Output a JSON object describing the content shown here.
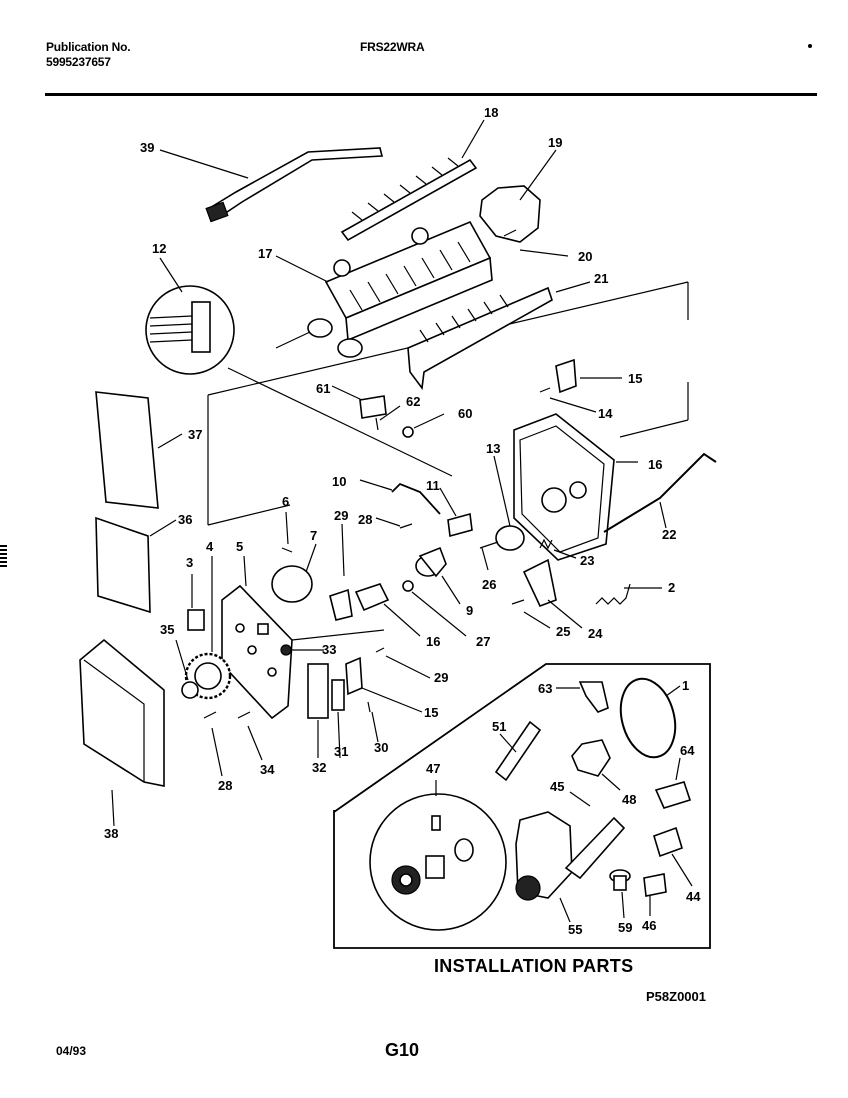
{
  "header": {
    "publication_label": "Publication No.",
    "publication_number": "5995237657",
    "model": "FRS22WRA"
  },
  "parts_labels": {
    "p18": "18",
    "p39": "39",
    "p19": "19",
    "p12": "12",
    "p17": "17",
    "p20": "20",
    "p21": "21",
    "p15a": "15",
    "p14": "14",
    "p61": "61",
    "p62": "62",
    "p60": "60",
    "p37": "37",
    "p13": "13",
    "p16a": "16",
    "p22": "22",
    "p10": "10",
    "p11": "11",
    "p6": "6",
    "p29a": "29",
    "p28a": "28",
    "p36": "36",
    "p7": "7",
    "p5": "5",
    "p4": "4",
    "p3": "3",
    "p23": "23",
    "p26": "26",
    "p2": "2",
    "p9": "9",
    "p16b": "16",
    "p27": "27",
    "p25": "25",
    "p24": "24",
    "p35": "35",
    "p33": "33",
    "p29b": "29",
    "p15b": "15",
    "p38": "38",
    "p28b": "28",
    "p34": "34",
    "p32": "32",
    "p31": "31",
    "p30": "30",
    "p63": "63",
    "p1": "1",
    "p51": "51",
    "p64": "64",
    "p47": "47",
    "p45": "45",
    "p48": "48",
    "p44": "44",
    "p55": "55",
    "p59": "59",
    "p46": "46"
  },
  "installation_caption": "INSTALLATION PARTS",
  "diagram_code": "P58Z0001",
  "footer": {
    "date": "04/93",
    "page": "G10"
  }
}
